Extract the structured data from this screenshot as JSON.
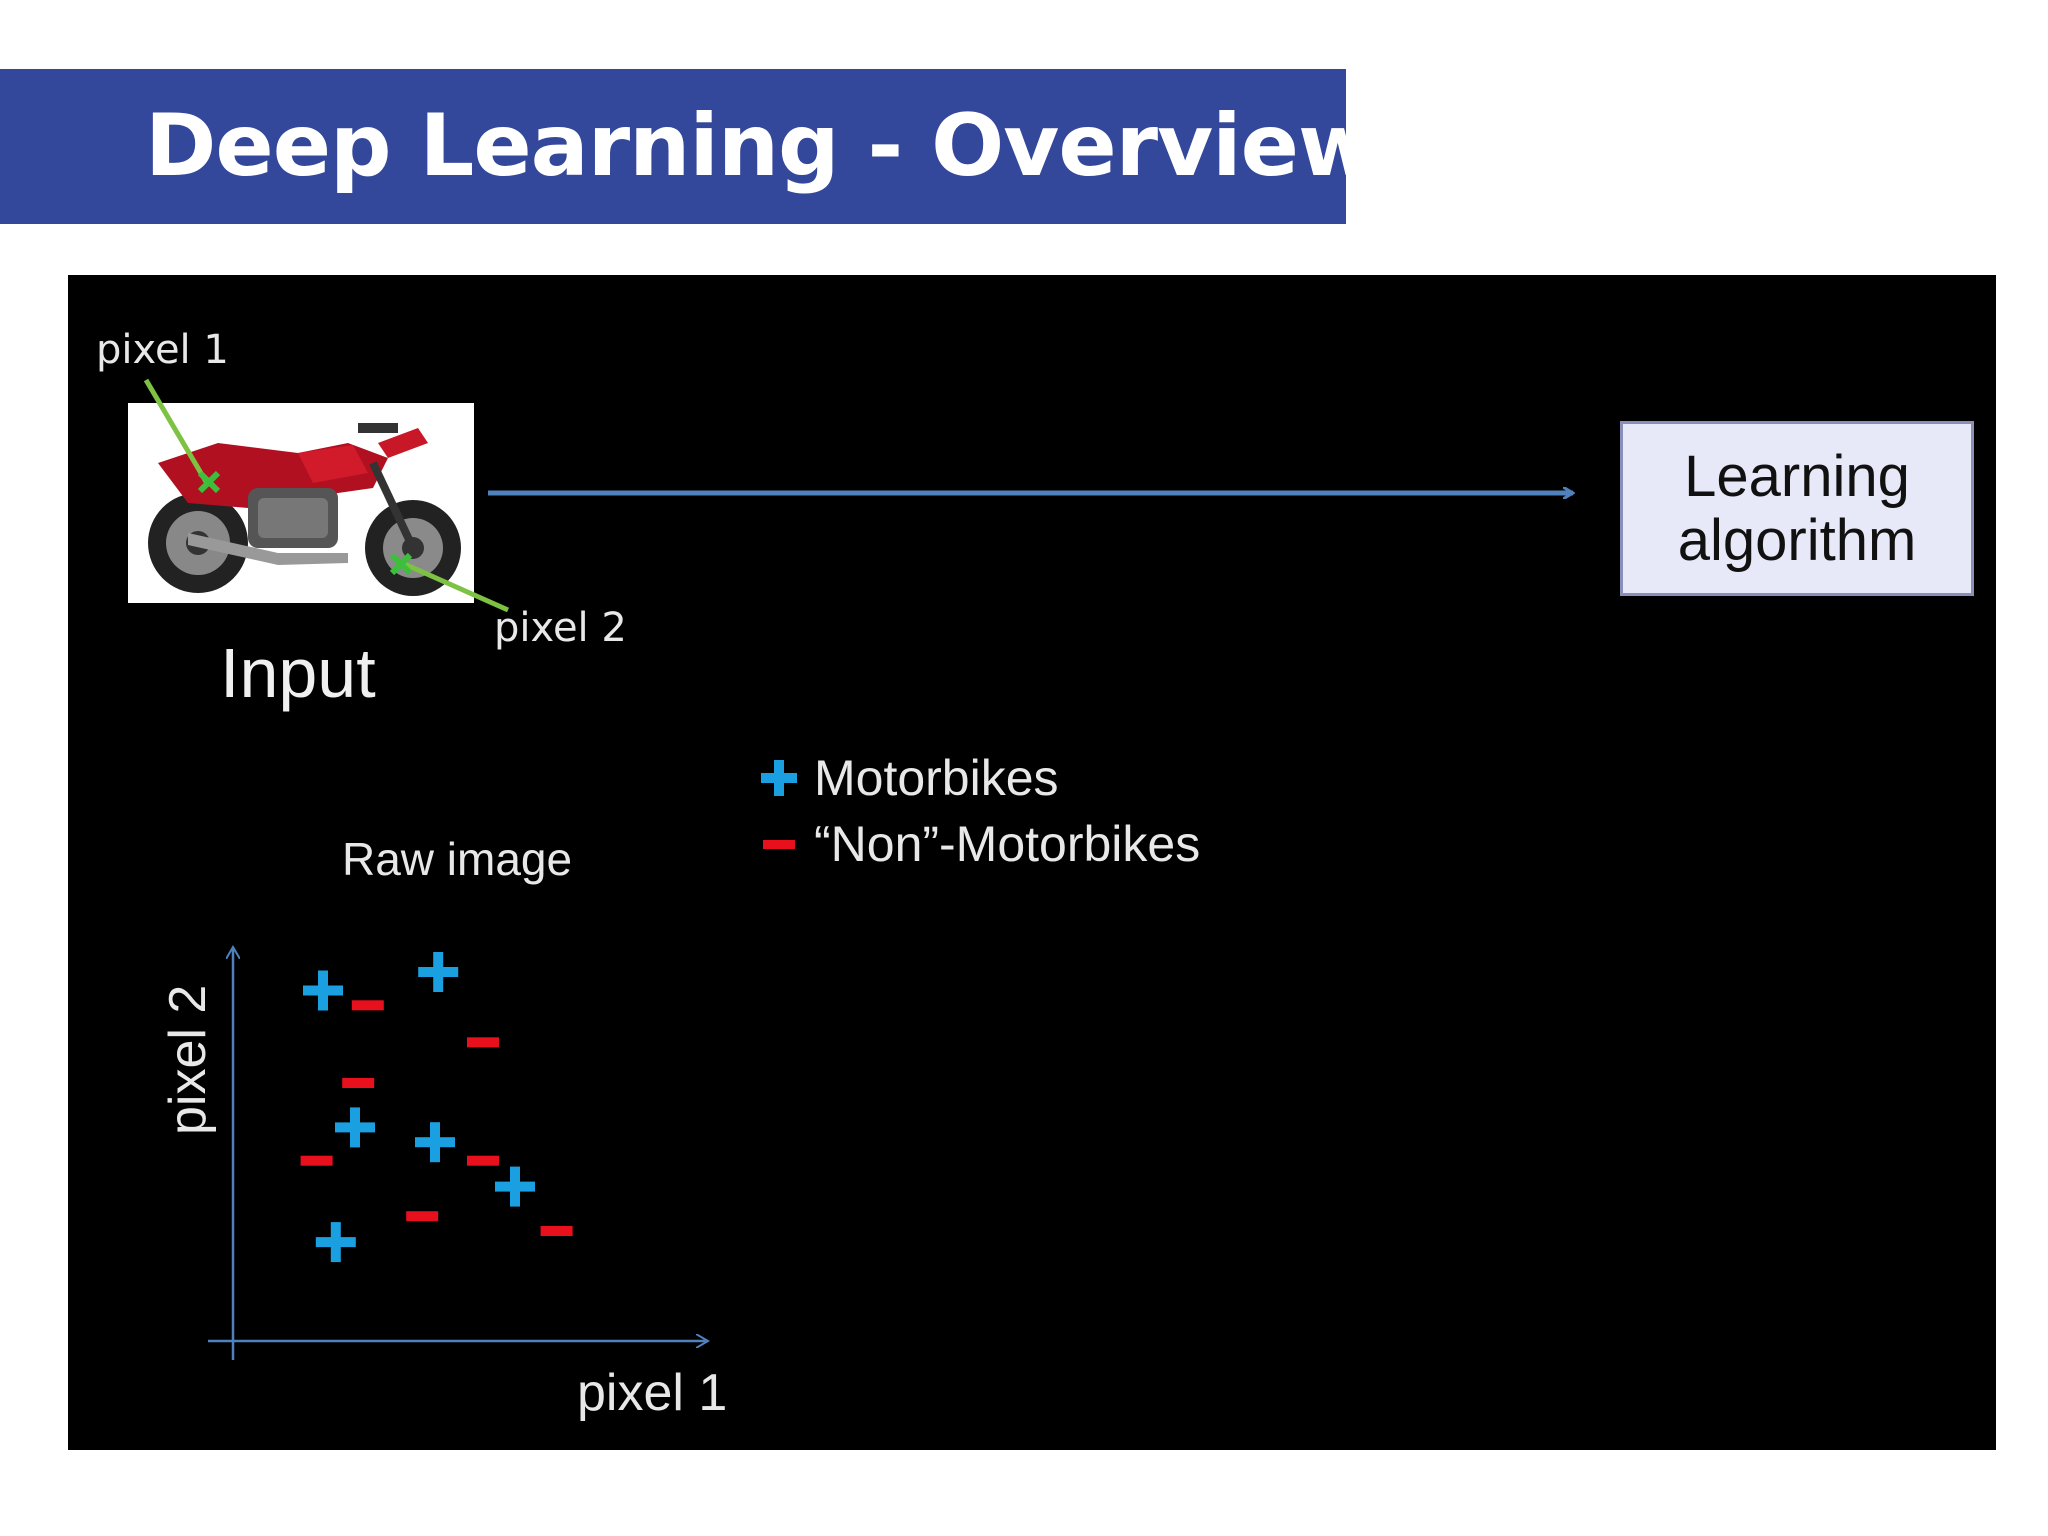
{
  "slide": {
    "title": "Deep Learning - Overview"
  },
  "diagram": {
    "input_label": "Input",
    "pixel1_label": "pixel 1",
    "pixel2_label": "pixel 2",
    "algorithm_line1": "Learning",
    "algorithm_line2": "algorithm",
    "raw_image_label": "Raw image",
    "legend": [
      {
        "marker": "plus",
        "label": "Motorbikes",
        "color": "#1aa0e0"
      },
      {
        "marker": "minus",
        "label": "“Non”-Motorbikes",
        "color": "#e8101c"
      }
    ]
  },
  "chart_data": {
    "type": "scatter",
    "xlabel": "pixel 1",
    "ylabel": "pixel 2",
    "xlim": [
      0,
      10
    ],
    "ylim": [
      0,
      10
    ],
    "series": [
      {
        "name": "Motorbikes",
        "marker": "plus",
        "color": "#1aa0e0",
        "points": [
          [
            2.5,
            8.5
          ],
          [
            6.1,
            9.0
          ],
          [
            3.5,
            4.8
          ],
          [
            6.0,
            4.4
          ],
          [
            8.5,
            3.2
          ],
          [
            2.9,
            1.7
          ]
        ]
      },
      {
        "name": "“Non”-Motorbikes",
        "marker": "minus",
        "color": "#e8101c",
        "points": [
          [
            3.9,
            8.1
          ],
          [
            7.5,
            7.1
          ],
          [
            3.6,
            6.0
          ],
          [
            2.3,
            3.9
          ],
          [
            7.5,
            3.9
          ],
          [
            5.6,
            2.4
          ],
          [
            9.8,
            2.0
          ]
        ]
      }
    ]
  },
  "colors": {
    "title_bar": "#33479b",
    "arrow": "#4f81bd",
    "axis": "#4f81bd",
    "pointer": "#7dc242"
  }
}
